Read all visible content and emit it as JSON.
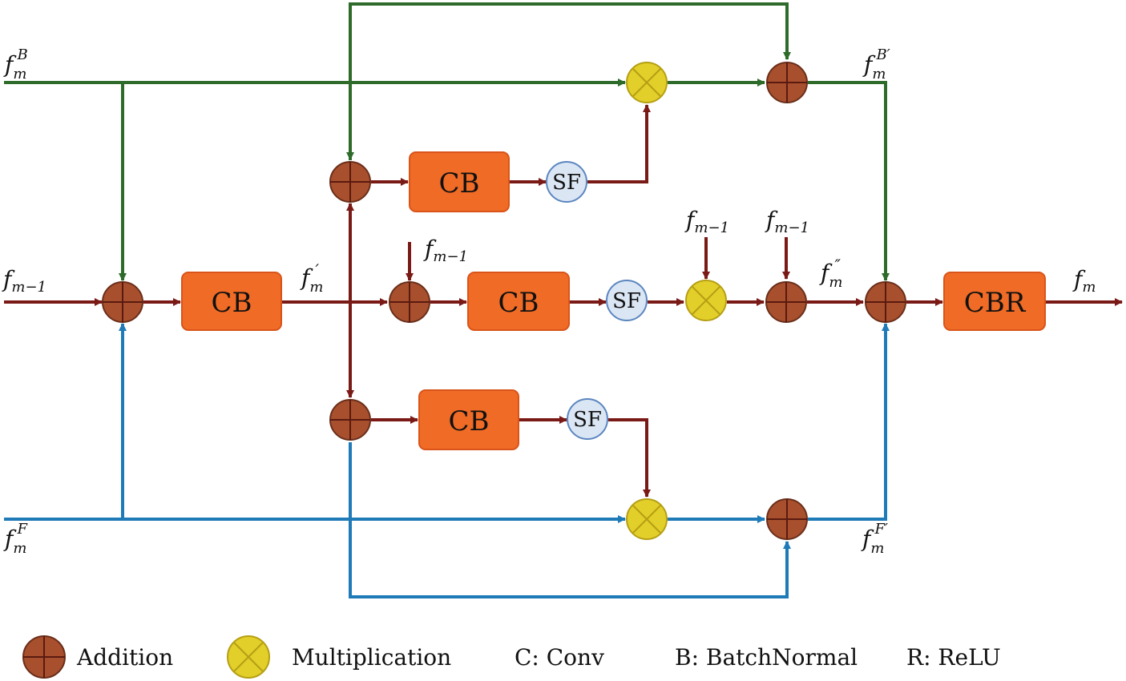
{
  "blocks": {
    "cb_top": "CB",
    "cb_main_left": "CB",
    "cb_mid": "CB",
    "cb_bottom": "CB",
    "cbr": "CBR"
  },
  "sf_label": "SF",
  "signals": {
    "f_B": {
      "base": "f",
      "sub": "m",
      "sup": "B"
    },
    "f_B_prime": {
      "base": "f",
      "sub": "m",
      "sup": "B′"
    },
    "f_F": {
      "base": "f",
      "sub": "m",
      "sup": "F"
    },
    "f_F_prime": {
      "base": "f",
      "sub": "m",
      "sup": "F′"
    },
    "f_m_minus_1": {
      "base": "f",
      "sub": "m−1"
    },
    "f_prime": {
      "base": "f",
      "sub": "m",
      "sup": "′"
    },
    "f_double_prime": {
      "base": "f",
      "sub": "m",
      "sup": "″"
    },
    "f_m": {
      "base": "f",
      "sub": "m"
    }
  },
  "legend": {
    "addition": "Addition",
    "multiplication": "Multiplication",
    "conv": "C: Conv",
    "batchnorm": "B: BatchNormal",
    "relu": "R: ReLU"
  },
  "colors": {
    "green": "#2e6b2a",
    "red": "#7a1a16",
    "blue": "#1f7ab8",
    "block": "#f06b25",
    "addition": "#a8502e",
    "multiplication": "#e3cf2a",
    "sf": "#dbe6f4"
  }
}
